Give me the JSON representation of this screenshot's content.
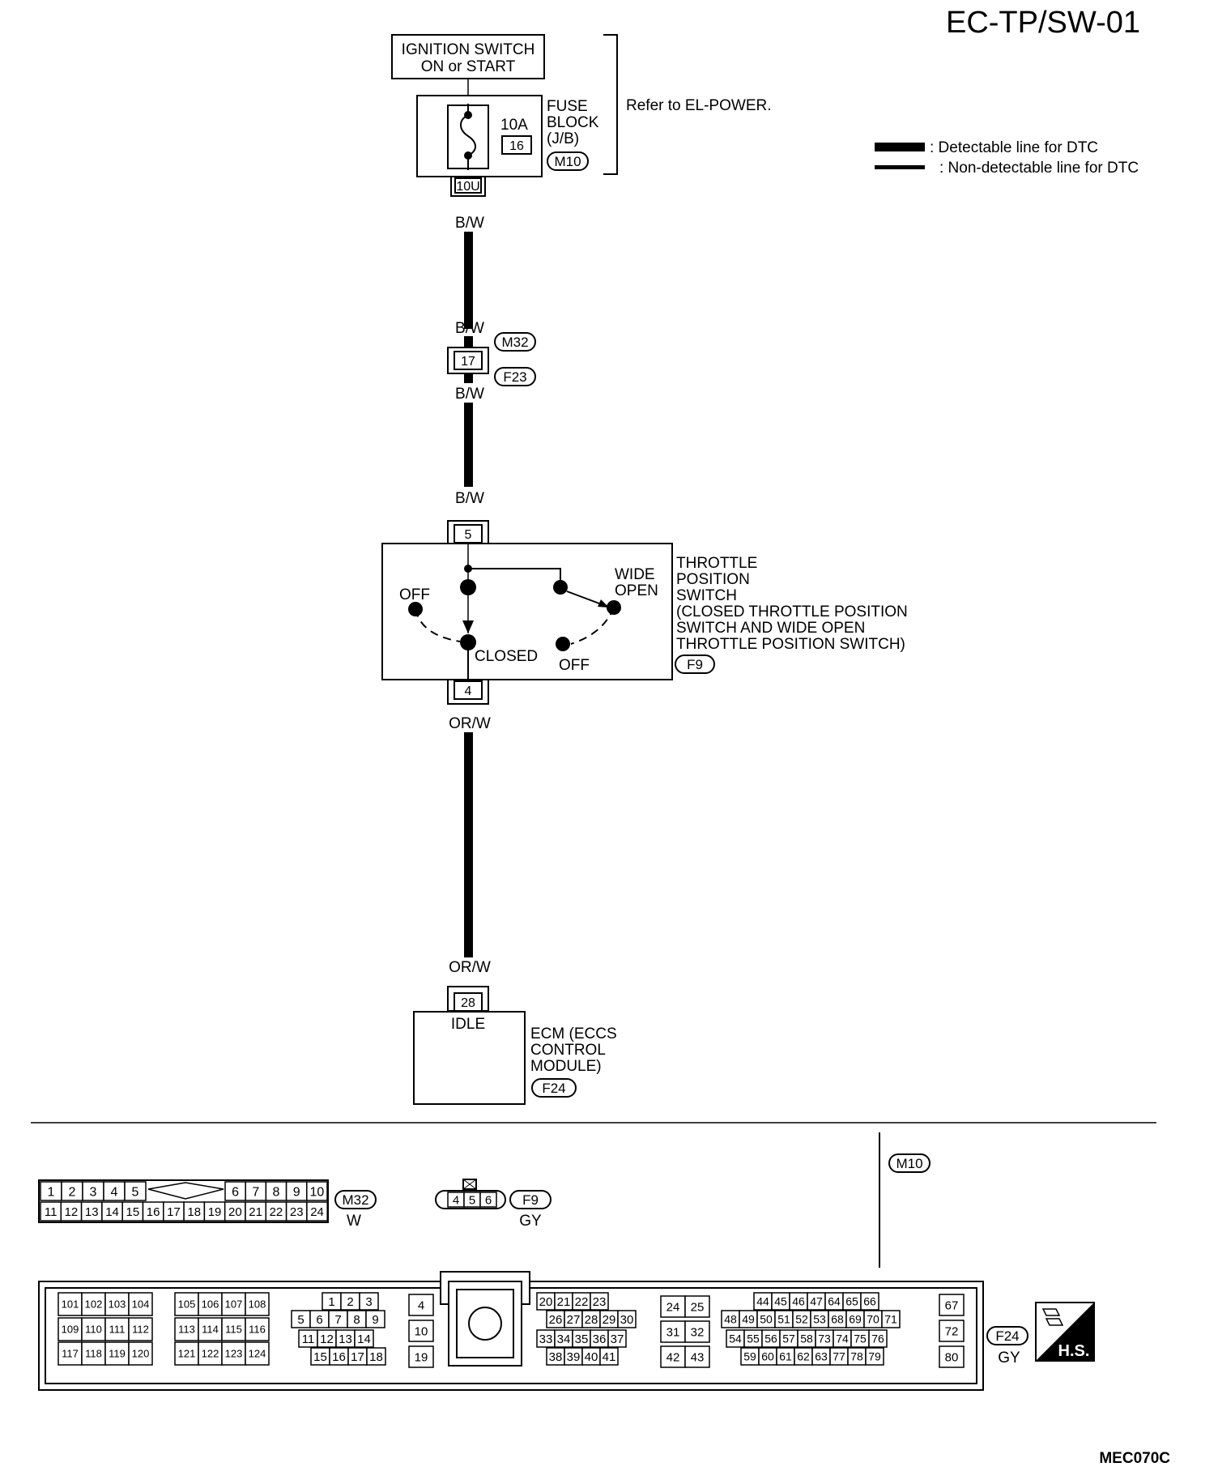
{
  "page_code": "EC-TP/SW-01",
  "footer_code": "MEC070C",
  "legend": {
    "detectable": ": Detectable line for DTC",
    "non_detectable": ": Non-detectable line for DTC"
  },
  "ignition_switch": {
    "line1": "IGNITION SWITCH",
    "line2": "ON or START"
  },
  "fuse_block": {
    "line1": "FUSE",
    "line2": "BLOCK",
    "line3": "(J/B)",
    "amp": "10A",
    "fuse_no": "16",
    "connector": "M10",
    "pin": "10U"
  },
  "refer_note": "Refer to EL-POWER.",
  "wires": {
    "bw": "B/W",
    "orw": "OR/W"
  },
  "junction": {
    "pin": "17",
    "conn_top": "M32",
    "conn_bottom": "F23"
  },
  "tps": {
    "name_lines": [
      "THROTTLE",
      "POSITION",
      "SWITCH",
      "(CLOSED THROTTLE POSITION",
      "SWITCH AND WIDE OPEN",
      "THROTTLE POSITION SWITCH)"
    ],
    "connector": "F9",
    "pin_top": "5",
    "pin_bottom": "4",
    "off_left": "OFF",
    "closed": "CLOSED",
    "wide": "WIDE",
    "open": "OPEN",
    "off_right": "OFF"
  },
  "ecm": {
    "pin": "28",
    "terminal": "IDLE",
    "name_lines": [
      "ECM (ECCS",
      "CONTROL",
      "MODULE)"
    ],
    "connector": "F24"
  },
  "connectors": {
    "m32": {
      "id": "M32",
      "color": "W",
      "row1": [
        "1",
        "2",
        "3",
        "4",
        "5",
        "6",
        "7",
        "8",
        "9",
        "10"
      ],
      "row2": [
        "11",
        "12",
        "13",
        "14",
        "15",
        "16",
        "17",
        "18",
        "19",
        "20",
        "21",
        "22",
        "23",
        "24"
      ]
    },
    "f9": {
      "id": "F9",
      "color": "GY",
      "pins": [
        "4",
        "5",
        "6"
      ]
    },
    "m10": {
      "id": "M10"
    },
    "f24": {
      "id": "F24",
      "color": "GY",
      "hs": "H.S.",
      "g1": [
        [
          "101",
          "102",
          "103",
          "104"
        ],
        [
          "109",
          "110",
          "111",
          "112"
        ],
        [
          "117",
          "118",
          "119",
          "120"
        ]
      ],
      "g2": [
        [
          "105",
          "106",
          "107",
          "108"
        ],
        [
          "113",
          "114",
          "115",
          "116"
        ],
        [
          "121",
          "122",
          "123",
          "124"
        ]
      ],
      "g3": [
        [
          "1",
          "2",
          "3"
        ],
        [
          "5",
          "6",
          "7",
          "8",
          "9"
        ],
        [
          "11",
          "12",
          "13",
          "14"
        ],
        [
          "15",
          "16",
          "17",
          "18"
        ]
      ],
      "g4": [
        "4",
        "10",
        "19"
      ],
      "g5": [
        [
          "20",
          "21",
          "22",
          "23"
        ],
        [
          "26",
          "27",
          "28",
          "29",
          "30"
        ],
        [
          "33",
          "34",
          "35",
          "36",
          "37"
        ],
        [
          "38",
          "39",
          "40",
          "41"
        ]
      ],
      "g6": [
        [
          "24",
          "25"
        ],
        [
          "31",
          "32"
        ],
        [
          "42",
          "43"
        ]
      ],
      "g7": [
        [
          "44",
          "45",
          "46",
          "47",
          "64",
          "65",
          "66"
        ],
        [
          "48",
          "49",
          "50",
          "51",
          "52",
          "53",
          "68",
          "69",
          "70",
          "71"
        ],
        [
          "54",
          "55",
          "56",
          "57",
          "58",
          "73",
          "74",
          "75",
          "76"
        ],
        [
          "59",
          "60",
          "61",
          "62",
          "63",
          "77",
          "78",
          "79"
        ]
      ],
      "g8": [
        "67",
        "72",
        "80"
      ]
    }
  }
}
